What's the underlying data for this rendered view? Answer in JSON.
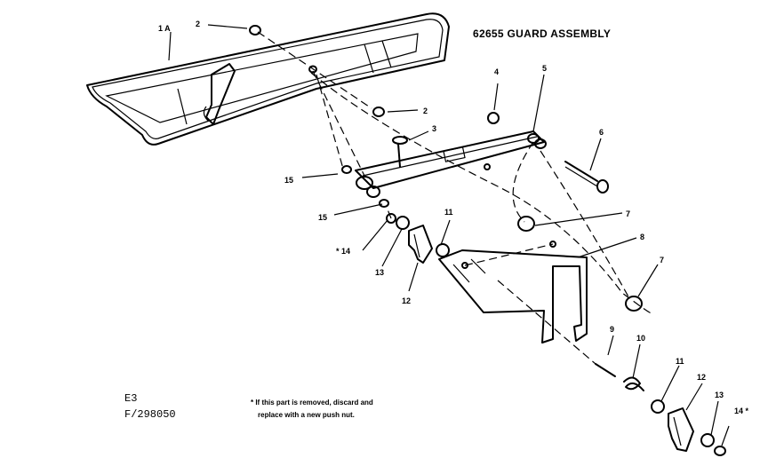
{
  "title": "62655 GUARD ASSEMBLY",
  "code": "E3",
  "drawing_number": "F/298050",
  "footnote": {
    "line1": "* If this part is removed, discard and",
    "line2": "replace with a new push nut."
  },
  "callouts": {
    "c1a": "1 A",
    "c2_top": "2",
    "c2_mid": "2",
    "c3": "3",
    "c4": "4",
    "c5": "5",
    "c6": "6",
    "c7_upper": "7",
    "c7_lower": "7",
    "c8": "8",
    "c9": "9",
    "c10": "10",
    "c11_left": "11",
    "c11_right": "11",
    "c12_left": "12",
    "c12_right": "12",
    "c13_left": "13",
    "c13_right": "13",
    "c14_left": "* 14",
    "c14_right": "14 *",
    "c15_upper": "15",
    "c15_lower": "15"
  }
}
